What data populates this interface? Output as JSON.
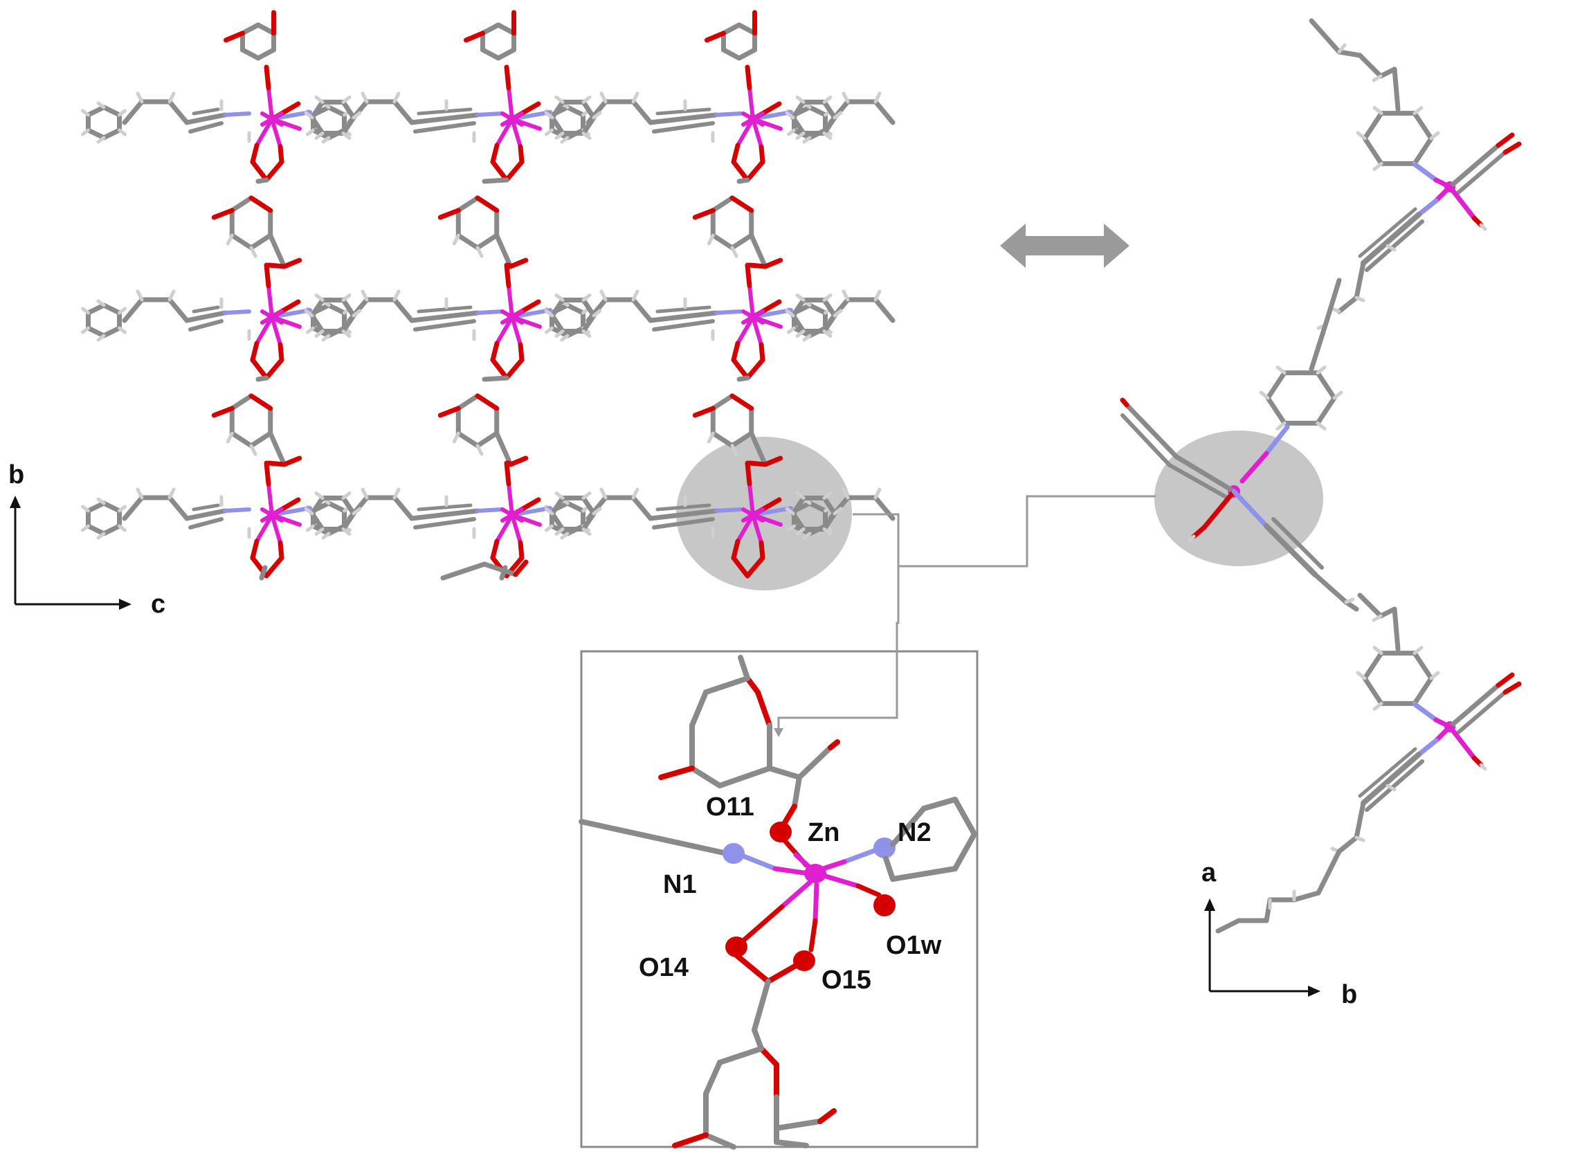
{
  "colors": {
    "carbon": "#8a8a8a",
    "oxygen": "#d40000",
    "nitrogen": "#8f92e8",
    "zinc": "#e020d0",
    "hydrogen": "#cfcfcf",
    "highlight": "#bdbdbd",
    "connector": "#9a9a9a",
    "arrow": "#9a9a9a"
  },
  "left_axes": {
    "vertical": "b",
    "horizontal": "c"
  },
  "right_axes": {
    "vertical": "a",
    "horizontal": "b"
  },
  "inset_labels": {
    "zn": "Zn",
    "n1": "N1",
    "n2": "N2",
    "o11": "O11",
    "o14": "O14",
    "o15": "O15",
    "o1w": "O1w"
  },
  "icons": {
    "double_arrow": "double-headed-arrow-icon",
    "axis_arrow": "arrow-head-icon"
  }
}
